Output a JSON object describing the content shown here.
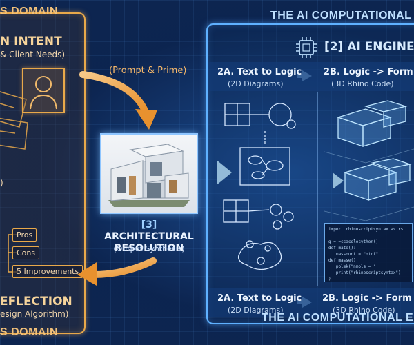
{
  "left_domain": {
    "top_label": "S DOMAIN",
    "bottom_label": "S DOMAIN",
    "intent_title": "N INTENT",
    "intent_sub": "& Client Needs)",
    "partial_text": ")",
    "reflection_title": "EFLECTION",
    "reflection_sub": "esign Algorithm)",
    "boxes": [
      "Pros",
      "Cons",
      "5 Improvements"
    ]
  },
  "flow": {
    "prompt_label": "(Prompt & Prime)"
  },
  "center": {
    "title_num": "[3]",
    "title_text": "ARCHITECTURAL RESOLUTION",
    "subtitle": "(Output Synthesis)"
  },
  "right_domain": {
    "top_label": "THE AI COMPUTATIONAL E",
    "bottom_label": "THE AI COMPUTATIONAL ENG",
    "engine_title": "[2] AI ENGINE",
    "steps": [
      {
        "title": "2A. Text to Logic",
        "sub": "(2D Diagrams)"
      },
      {
        "title": "2B. Logic -> Form",
        "sub": "(3D Rhino Code)"
      },
      {
        "title": "2A. Text to Logic",
        "sub": "(2D Diagrams)"
      },
      {
        "title": "2B. Logic -> Form",
        "sub": "(3D Rhino Code)"
      }
    ],
    "code_text": "import rhinoscriptsyntax as rs\n\ng = =ccacolocython()\ndef mate():\n   massount = \"otcf\"\ndef masse():\n   polmk(\"nmols = \"\n   print(\"rhinoscriptsyntax\")\n)"
  },
  "colors": {
    "orange": "#e9a94a",
    "blue": "#5fb1ff",
    "background": "#0d2550"
  }
}
